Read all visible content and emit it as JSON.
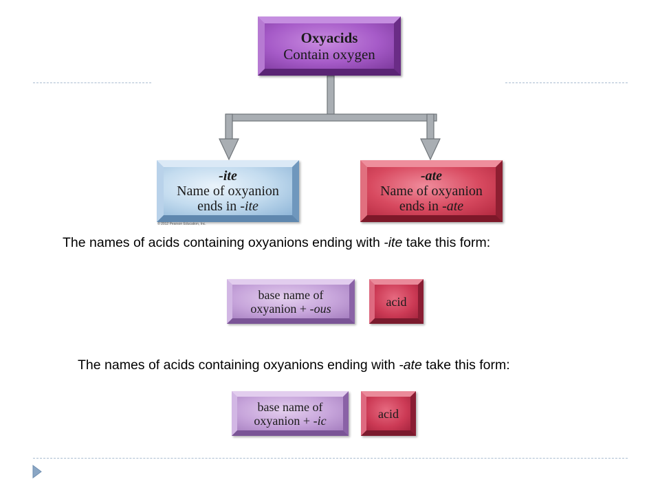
{
  "diagram": {
    "root": {
      "title": "Oxyacids",
      "subtitle": "Contain oxygen"
    },
    "left": {
      "title": "-ite",
      "line2": "Name of oxyanion",
      "line3_prefix": "ends in ",
      "line3_suffix": "-ite"
    },
    "right": {
      "title": "-ate",
      "line2": "Name of oxyanion",
      "line3_prefix": "ends in ",
      "line3_suffix": "-ate"
    },
    "copyright": "© 2012 Pearson Education, Inc."
  },
  "text1": {
    "before": "The names of acids containing oxyanions ending with ",
    "italic": "-ite",
    "after": " take this form:"
  },
  "formula1": {
    "line1": "base name of",
    "line2_prefix": "oxyanion + ",
    "line2_suffix": "-ous",
    "acid": "acid"
  },
  "text2": {
    "before": "The names of acids containing oxyanions ending with ",
    "italic": "-ate",
    "after": " take this form:"
  },
  "formula2": {
    "line1": "base name of",
    "line2_prefix": "oxyanion + ",
    "line2_suffix": "-ic",
    "acid": "acid"
  },
  "colors": {
    "oxyacid": "#a65bc8",
    "ite": "#c4dcef",
    "ate": "#d84a60",
    "acid": "#cc3a55",
    "bullet": "#8aa6c4",
    "dash": "#a9bcd0"
  }
}
